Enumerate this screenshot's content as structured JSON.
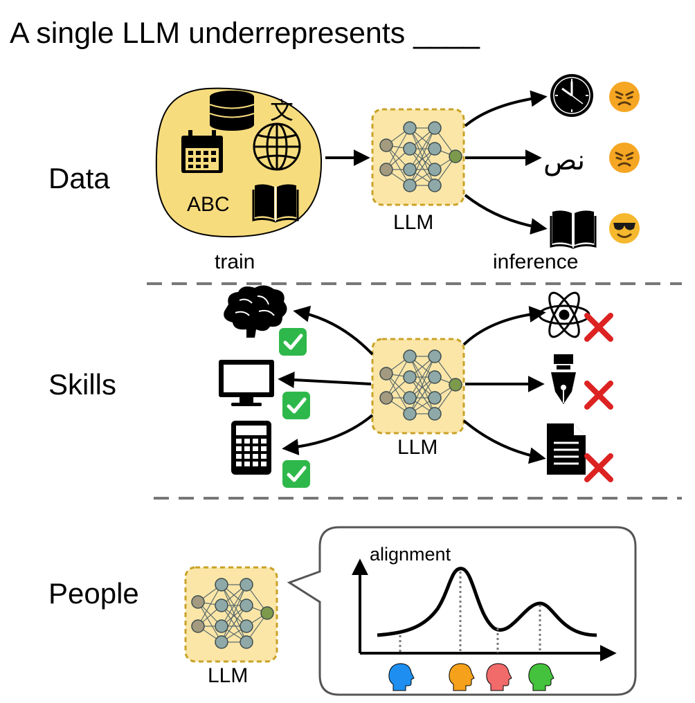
{
  "title": "A single LLM underrepresents ____",
  "sections": {
    "data": {
      "label": "Data",
      "source_blob_text": "ABC",
      "model_label": "LLM",
      "train_label": "train",
      "inference_label": "inference",
      "arabic_text": "نص"
    },
    "skills": {
      "label": "Skills",
      "model_label": "LLM"
    },
    "people": {
      "label": "People",
      "model_label": "LLM",
      "chart_ylabel": "alignment"
    }
  },
  "colors": {
    "llm_fill": "#fbe6a8",
    "llm_border": "#c9a227",
    "blob_fill": "#f7dc7e",
    "node_fill": "#8fa8a8",
    "input_node_fill": "#a39a80",
    "output_node_fill": "#7d9a4c",
    "check_green": "#2eb84b",
    "cross_red": "#dd2222",
    "person_colors": [
      "#1e8ff0",
      "#f5a11b",
      "#f26b6b",
      "#45c23d"
    ]
  },
  "icons": {
    "data_sources": [
      "database-icon",
      "calendar-icon",
      "globe-icon",
      "translate-icon",
      "book-icon"
    ],
    "data_outputs": [
      "clock-icon",
      "arabic-text",
      "book-icon"
    ],
    "data_reactions": [
      "angry-face-icon",
      "angry-face-icon",
      "sunglasses-face-icon"
    ],
    "skills_good": [
      "brain-icon",
      "monitor-icon",
      "calculator-icon"
    ],
    "skills_bad": [
      "atom-icon",
      "fountain-pen-icon",
      "document-icon"
    ]
  }
}
